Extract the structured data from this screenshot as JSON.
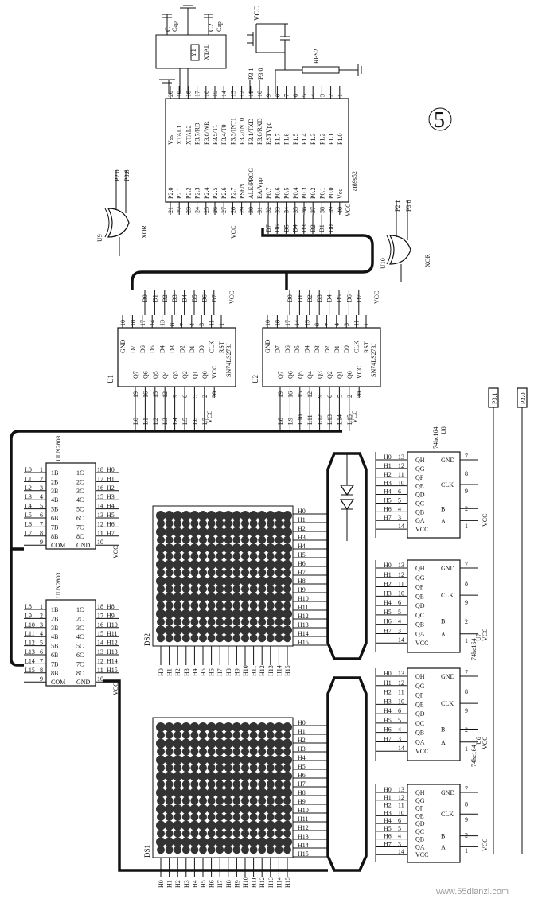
{
  "labels": {
    "vcc": "VCC",
    "c1": "C1",
    "c2": "C2",
    "cap": "Cap",
    "y1": "Y1",
    "xtal": "XTAL",
    "res2": "RES2",
    "p31": "P3.1",
    "p30": "P3.0",
    "p20": "P2.0",
    "p36": "P3.6",
    "p21": "P2.1",
    "circle_num": "5",
    "mcu_part": "at89s52",
    "mcu_left_pins": [
      "P2.0",
      "P2.1",
      "P2.2",
      "P2.3",
      "P2.4",
      "P2.5",
      "P2.6",
      "P2.7",
      "PSEN",
      "ALE/PROG",
      "EA/Vpp",
      "P0.7",
      "P0.6",
      "P0.5",
      "P0.4",
      "P0.3",
      "P0.2",
      "P0.1",
      "P0.0",
      "Vcc"
    ],
    "mcu_right_pins": [
      "Vss",
      "XTAL1",
      "XTAL2",
      "P3.7/RD",
      "P3.6/WR",
      "P3.5/T1",
      "P3.4/T0",
      "P3.3/INT1",
      "P3.2/INT0",
      "P3.1/TXD",
      "P3.0/RXD",
      "RSTVpd",
      "P1.7",
      "P1.6",
      "P1.5",
      "P1.4",
      "P1.3",
      "P1.2",
      "P1.1",
      "P1.0"
    ],
    "mcu_left_nums": [
      "21",
      "22",
      "23",
      "24",
      "25",
      "26",
      "27",
      "28",
      "29",
      "30",
      "31",
      "32",
      "33",
      "34",
      "35",
      "36",
      "37",
      "38",
      "39",
      "40"
    ],
    "mcu_right_nums": [
      "20",
      "19",
      "18",
      "17",
      "16",
      "15",
      "14",
      "13",
      "12",
      "11",
      "10",
      "9",
      "8",
      "7",
      "6",
      "5",
      "4",
      "3",
      "2",
      "1"
    ],
    "xor": "XOR",
    "u9": "U9",
    "u10": "U10",
    "latch_part": "SN74LS273J",
    "u1": "U1",
    "u2": "U2",
    "latch_in_pins": [
      "GND",
      "D7",
      "D6",
      "D5",
      "D4",
      "D3",
      "D2",
      "D1",
      "D0",
      "CLK",
      "RST"
    ],
    "latch_in_nums": [
      "10",
      "18",
      "17",
      "14",
      "13",
      "8",
      "7",
      "4",
      "3",
      "11",
      "1"
    ],
    "latch_out_pins": [
      "Q7",
      "Q6",
      "Q5",
      "Q4",
      "Q3",
      "Q2",
      "Q1",
      "Q0",
      "VCC"
    ],
    "latch_out_nums": [
      "19",
      "16",
      "15",
      "12",
      "9",
      "6",
      "5",
      "2",
      "20"
    ],
    "data_lines": [
      "D0",
      "D1",
      "D2",
      "D3",
      "D4",
      "D5",
      "D6",
      "D7"
    ],
    "mcu_data_lines": [
      "D7",
      "D6",
      "D5",
      "D4",
      "D3",
      "D2",
      "D1",
      "D0"
    ],
    "u1_out_lines": [
      "L0",
      "L1",
      "L2",
      "L3",
      "L4",
      "L5",
      "L6",
      "L7"
    ],
    "u2_out_lines": [
      "L8",
      "L9",
      "L10",
      "L11",
      "L12",
      "L13",
      "L14",
      "L15"
    ],
    "uln_part": "ULN2803",
    "uln_left_a": [
      "1B",
      "2B",
      "3B",
      "4B",
      "5B",
      "6B",
      "7B",
      "8B",
      "COM"
    ],
    "uln_right_a": [
      "1C",
      "2C",
      "3C",
      "4C",
      "5C",
      "6C",
      "7C",
      "8C",
      "GND"
    ],
    "uln_in_a": [
      "L0",
      "L1",
      "L2",
      "L3",
      "L4",
      "L5",
      "L6",
      "L7"
    ],
    "uln_in_b": [
      "L8",
      "L9",
      "L10",
      "L11",
      "L12",
      "L13",
      "L14",
      "L15"
    ],
    "uln_out_a": [
      "H0",
      "H1",
      "H2",
      "H3",
      "H4",
      "H5",
      "H6",
      "H7"
    ],
    "uln_out_b": [
      "H8",
      "H9",
      "H10",
      "H11",
      "H12",
      "H13",
      "H14",
      "H15"
    ],
    "uln_pin_l": [
      "1",
      "2",
      "3",
      "4",
      "5",
      "6",
      "7",
      "8",
      "9"
    ],
    "uln_pin_r": [
      "18",
      "17",
      "16",
      "15",
      "14",
      "13",
      "12",
      "11",
      "10"
    ],
    "matrix_rows": [
      "H0",
      "H1",
      "H2",
      "H3",
      "H4",
      "H5",
      "H6",
      "H7",
      "H8",
      "H9",
      "H10",
      "H11",
      "H12",
      "H13",
      "H14",
      "H15"
    ],
    "ds1": "DS1",
    "ds2": "DS2",
    "sr_part": "74hc164",
    "u6": "U6",
    "u7": "U7",
    "u8": "U8",
    "sr_pins": [
      "QH",
      "QG",
      "QF",
      "QE",
      "QD",
      "QC",
      "QB",
      "QA",
      "VCC"
    ],
    "sr_ctrl": [
      "GND",
      "CLK",
      "B",
      "A"
    ],
    "sr_pin_nums": [
      "13",
      "12",
      "11",
      "10",
      "6",
      "5",
      "4",
      "3",
      "14"
    ],
    "sr_ctrl_nums": [
      "7",
      "8",
      "9",
      "2",
      "1"
    ],
    "watermark": "www.55dianzi.com"
  }
}
